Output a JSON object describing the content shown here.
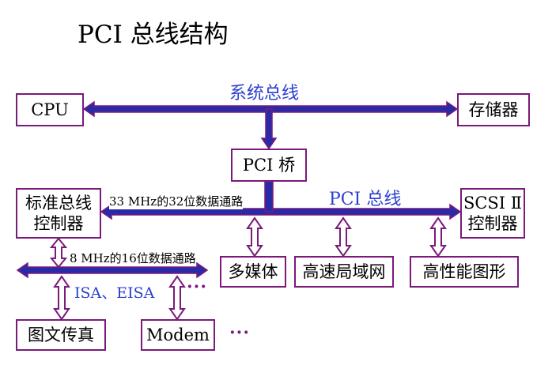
{
  "title": "PCI 总线结构",
  "colors": {
    "bus_fill": "#2a2aa8",
    "bus_edge": "#7a1a7a",
    "border": "#7a1a7a",
    "label_blue": "#2a3fd0"
  },
  "labels": {
    "system_bus": "系统总线",
    "pci_bus": "PCI 总线",
    "isa_bus": "ISA、EISA",
    "pci_width": "33 MHz的32位数据通路",
    "isa_width": "8 MHz的16位数据通路",
    "more_isa": "···",
    "more_bottom": "···"
  },
  "boxes": {
    "cpu": "CPU",
    "storage": "存储器",
    "pci_bridge": "PCI 桥",
    "std_bus_ctrl": "标准总线\n控制器",
    "scsi_ctrl": "SCSI Ⅱ\n控制器",
    "multimedia": "多媒体",
    "hispeed_lan": "高速局域网",
    "hiperf_graphics": "高性能图形",
    "fax": "图文传真",
    "modem": "Modem"
  }
}
